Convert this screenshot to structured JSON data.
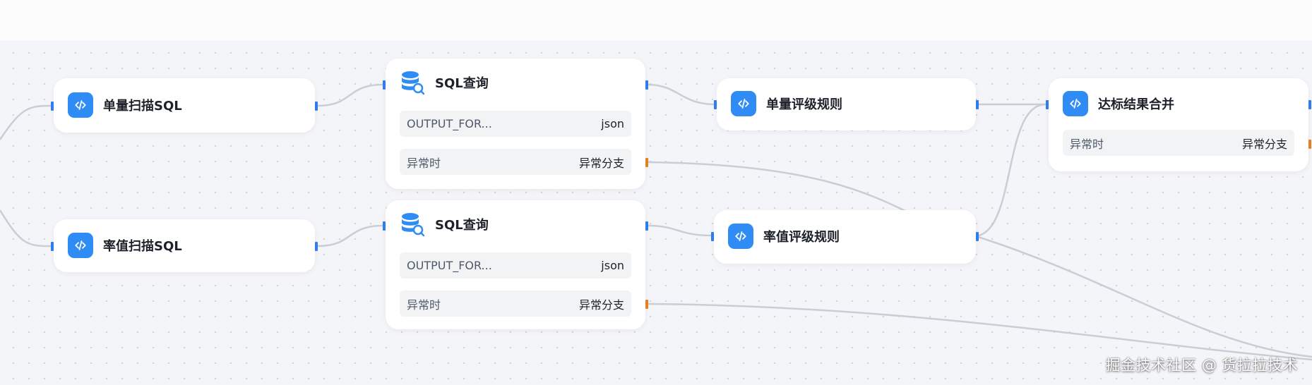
{
  "nodes": {
    "scan_single": {
      "title": "单量扫描SQL"
    },
    "sql_query_1": {
      "title": "SQL查询",
      "output_key": "OUTPUT_FOR...",
      "output_value": "json",
      "error_key": "异常时",
      "error_value": "异常分支"
    },
    "rule_single": {
      "title": "单量评级规则"
    },
    "merge": {
      "title": "达标结果合并",
      "error_key": "异常时",
      "error_value": "异常分支"
    },
    "scan_rate": {
      "title": "率值扫描SQL"
    },
    "sql_query_2": {
      "title": "SQL查询",
      "output_key": "OUTPUT_FOR...",
      "output_value": "json",
      "error_key": "异常时",
      "error_value": "异常分支"
    },
    "rule_rate": {
      "title": "率值评级规则"
    }
  },
  "colors": {
    "accent": "#2f8cf5",
    "error_port": "#e67e22",
    "edge": "#c9cdd4"
  },
  "watermark": "掘金技术社区 @ 货拉拉技术"
}
